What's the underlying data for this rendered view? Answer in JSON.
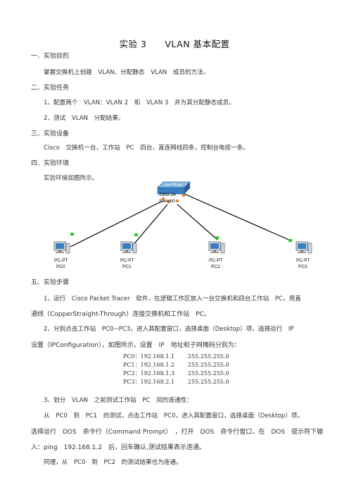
{
  "title": "实验 3　　VLAN 基本配置",
  "sections": {
    "s1": "一、实验目的",
    "s1_text": "掌握交换机上创建　VLAN、分配静态　VLAN　成员的方法。",
    "s2": "二、实验任务",
    "s2_item1": "1、配置两个　VLAN：VLAN 2　和　VLAN 3　并为其分配静态成员。",
    "s2_item2": "2、测试　VLAN　分配结果。",
    "s3": "三、实验设备",
    "s3_text": "Cisco　交换机一台，工作站　PC　四台，直连网线四条，控制台电缆一条。",
    "s4": "四、实验环境",
    "s4_text": "实验环境如图所示。",
    "s5": "五、实验步骤",
    "step1_line1": "1、运行　Cisco Packet Tracer　软件，在逻辑工作区放入一台交换机和四台工作站　PC，用直",
    "step1_line2": "通线（CopperStraight-Through）连接交换机和工作站　PC。",
    "step2_line1": "2、分别点击工作站　PC0~PC3，进入其配置窗口，选择桌面（Desktop）项，选择运行　IP",
    "step2_line2": "设置（IPConfiguration），如图所示，设置　IP　地址和子网掩码分别为：",
    "step3": "3、划分　VLAN　之前测试工作站　PC　间的连通性：",
    "step3_p1": "从　PC0　到　PC1　的测试，点击工作站　PC0，进入其配置窗口，选择桌面（Desktop）项，",
    "step3_p2": "选择运行　DOS　命令行（Command Prompt）　，打开　DOS　命令行窗口，在　DOS　提示符下输",
    "step3_p3": "入：ping　192.168.1.2　后，回车确认,测试结果表示连通。",
    "step3_p4": "同理，从　PC0　到　PC2　的测试结果也为连通。"
  },
  "ip_table": [
    {
      "pc": "PC0：192.168.1.1",
      "mask": "255.255.255.0"
    },
    {
      "pc": "PC1：192.168.1.2",
      "mask": "255.255.255.0"
    },
    {
      "pc": "PC2：192.168.1.3",
      "mask": "255.255.255.0"
    },
    {
      "pc": "PC3：192.168.2.1",
      "mask": "255.255.255.0"
    }
  ],
  "diagram": {
    "switch_model": "2950-24",
    "switch_name": "Switch0",
    "pcs": [
      {
        "type": "PC-PT",
        "name": "PC0"
      },
      {
        "type": "PC-PT",
        "name": "PC1"
      },
      {
        "type": "PC-PT",
        "name": "PC2"
      },
      {
        "type": "PC-PT",
        "name": "PC3"
      }
    ],
    "link_color": "#000000",
    "port_up_color": "#22cc22",
    "switch_port_color": "#e0862a",
    "device_color": "#3a7dbf"
  }
}
